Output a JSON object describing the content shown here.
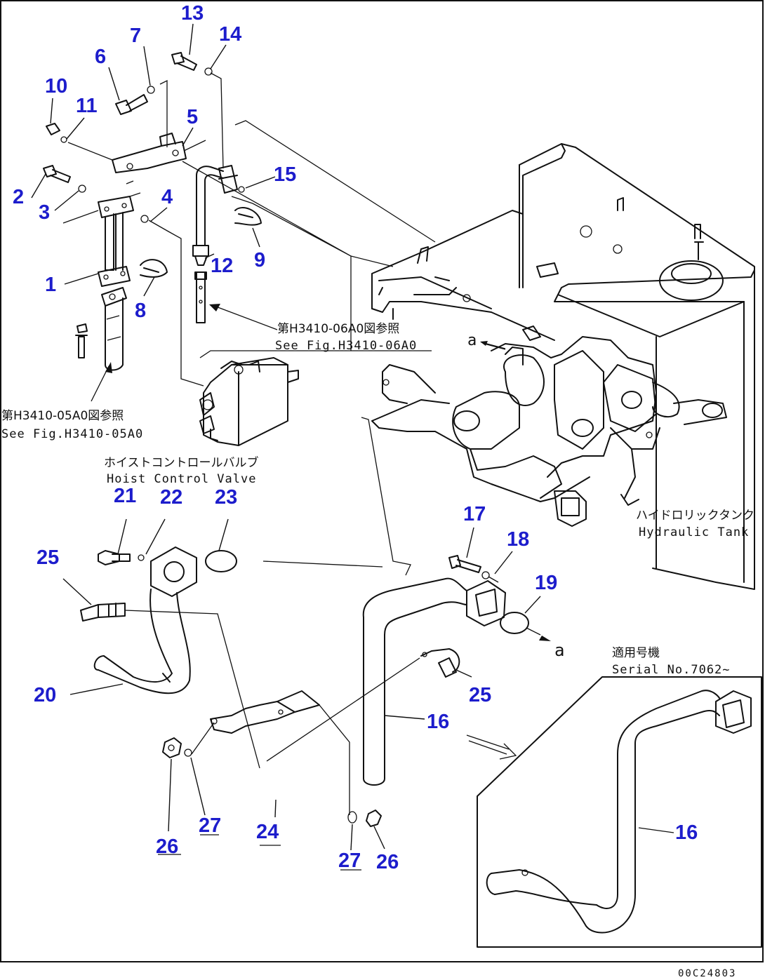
{
  "callouts": [
    "1",
    "2",
    "3",
    "4",
    "5",
    "6",
    "7",
    "8",
    "9",
    "10",
    "11",
    "12",
    "13",
    "14",
    "15",
    "16",
    "17",
    "18",
    "19",
    "20",
    "21",
    "22",
    "23",
    "24",
    "25",
    "25",
    "26",
    "26",
    "27",
    "27",
    "16"
  ],
  "notes": {
    "ref_06a_jp": "第H3410-06A0図参照",
    "ref_06a_en": "See Fig.H3410-06A0",
    "ref_05a_jp": "第H3410-05A0図参照",
    "ref_05a_en": "See Fig.H3410-05A0",
    "hoist_jp": "ホイストコントロールバルブ",
    "hoist_en": "Hoist Control Valve",
    "tank_jp": "ハイドロリックタンク",
    "tank_en": "Hydraulic Tank",
    "serial_jp": "適用号機",
    "serial_en": "Serial No.7062~",
    "marker_a_top": "a",
    "marker_a_bottom": "a"
  },
  "footer_code": "00C24803"
}
